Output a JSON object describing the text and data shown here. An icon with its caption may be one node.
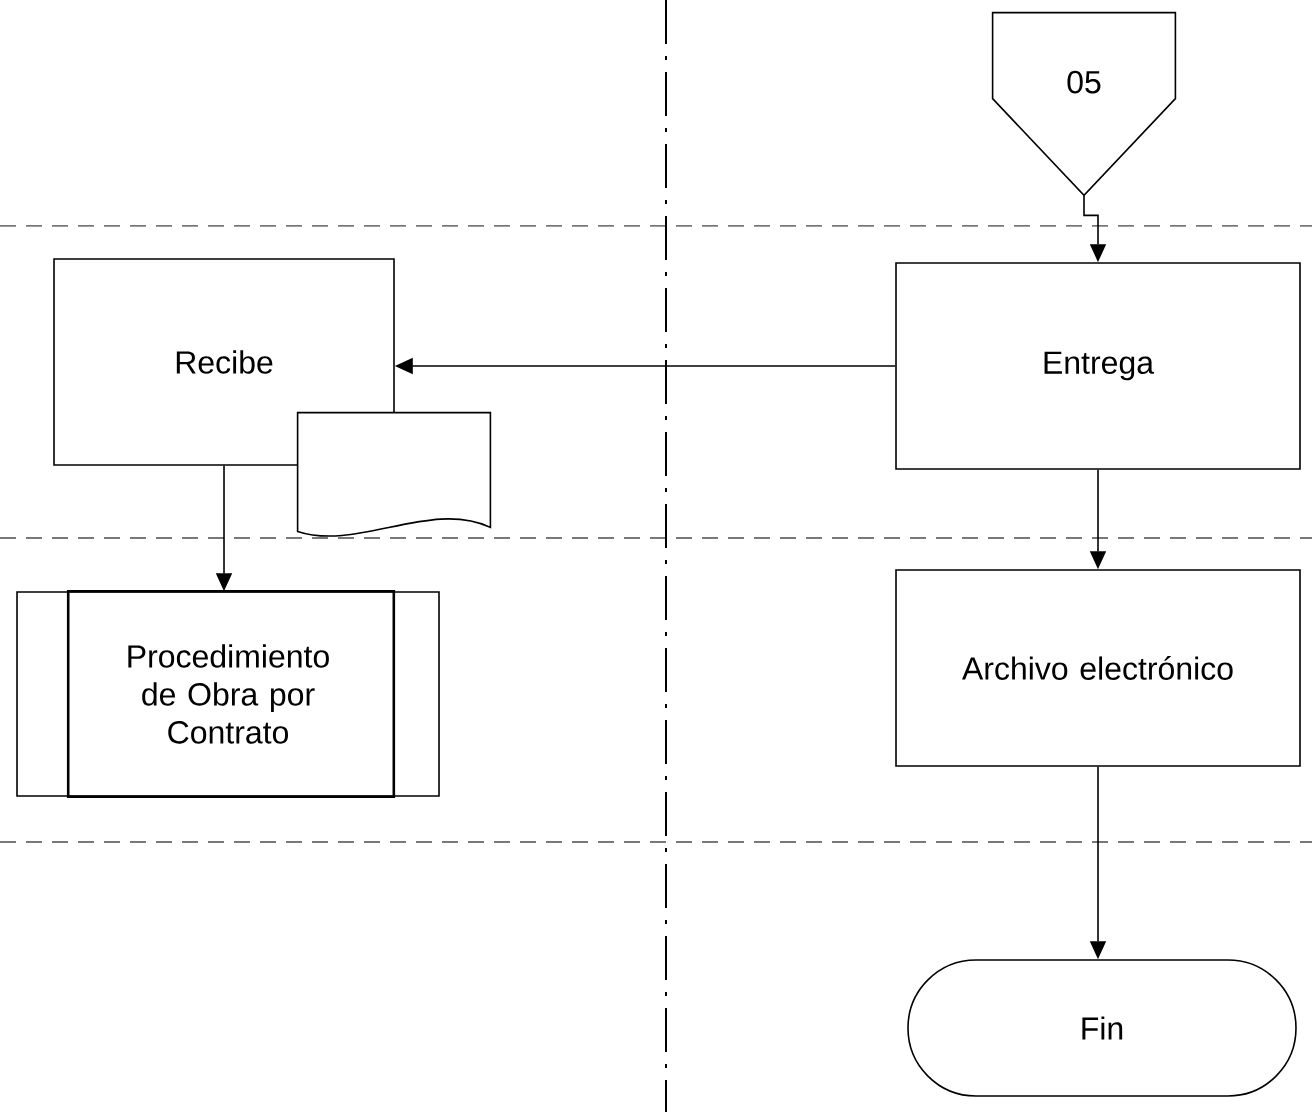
{
  "diagram": {
    "nodes": [
      {
        "text": [
          "05"
        ]
      },
      {
        "text": [
          "Recibe"
        ]
      },
      {
        "text": [],
        "shape": "document"
      },
      {
        "text": [
          "Entrega"
        ]
      },
      {
        "text": [
          "Procedimiento de Obra por Contrato"
        ]
      },
      {
        "text": [
          "Archivo electrónico"
        ]
      },
      {
        "text": [
          "Fin"
        ]
      }
    ],
    "edges": [
      {
        "from": 0,
        "to": 3,
        "arrow": "to"
      },
      {
        "from": 3,
        "to": 1,
        "arrow": "to"
      },
      {
        "from": 1,
        "to": 4,
        "arrow": "to"
      },
      {
        "from": 3,
        "to": 5,
        "arrow": "to"
      },
      {
        "from": 5,
        "to": 6,
        "arrow": "to"
      }
    ]
  }
}
